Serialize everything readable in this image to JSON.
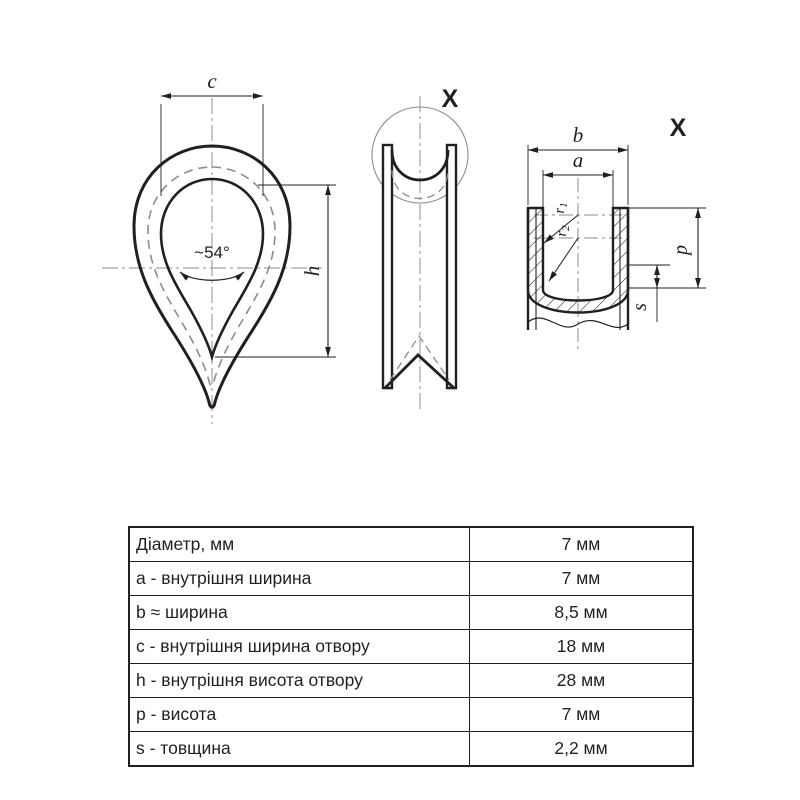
{
  "document": {
    "type": "technical-drawing",
    "subject": "wire-rope-thimble",
    "background_color": "#ffffff",
    "line_color": "#231f20"
  },
  "drawing": {
    "views": [
      {
        "name": "front-view",
        "description": "teardrop thimble front elevation",
        "labels": [
          {
            "id": "c",
            "text": "c",
            "meaning": "inner width of opening"
          },
          {
            "id": "h",
            "text": "h",
            "meaning": "inner height of opening"
          },
          {
            "id": "angle",
            "text": "~54°",
            "meaning": "included apex angle"
          }
        ]
      },
      {
        "name": "side-view",
        "description": "side elevation with grooved channel",
        "labels": [
          {
            "id": "callout-x-left",
            "text": "X",
            "meaning": "detail callout"
          }
        ]
      },
      {
        "name": "detail-x",
        "description": "enlarged section through groove with hatching",
        "labels": [
          {
            "id": "b",
            "text": "b",
            "meaning": "overall width"
          },
          {
            "id": "a",
            "text": "a",
            "meaning": "inner groove width"
          },
          {
            "id": "p",
            "text": "p",
            "meaning": "height"
          },
          {
            "id": "s",
            "text": "s",
            "meaning": "thickness"
          },
          {
            "id": "r1",
            "text": "r",
            "sub": "1",
            "meaning": "radius 1"
          },
          {
            "id": "r2",
            "text": "r",
            "sub": "2",
            "meaning": "radius 2"
          },
          {
            "id": "callout-x-right",
            "text": "X",
            "meaning": "detail view title"
          }
        ]
      }
    ]
  },
  "table": {
    "rows": [
      {
        "param": "Діаметр, мм",
        "value": "7 мм"
      },
      {
        "param": "a - внутрішня ширина",
        "value": "7 мм"
      },
      {
        "param": "b ≈ ширина",
        "value": "8,5 мм"
      },
      {
        "param": "c - внутрішня ширина отвору",
        "value": "18 мм"
      },
      {
        "param": "h - внутрішня висота отвору",
        "value": "28 мм"
      },
      {
        "param": "p - висота",
        "value": "7 мм"
      },
      {
        "param": "s - товщина",
        "value": "2,2 мм"
      }
    ]
  }
}
